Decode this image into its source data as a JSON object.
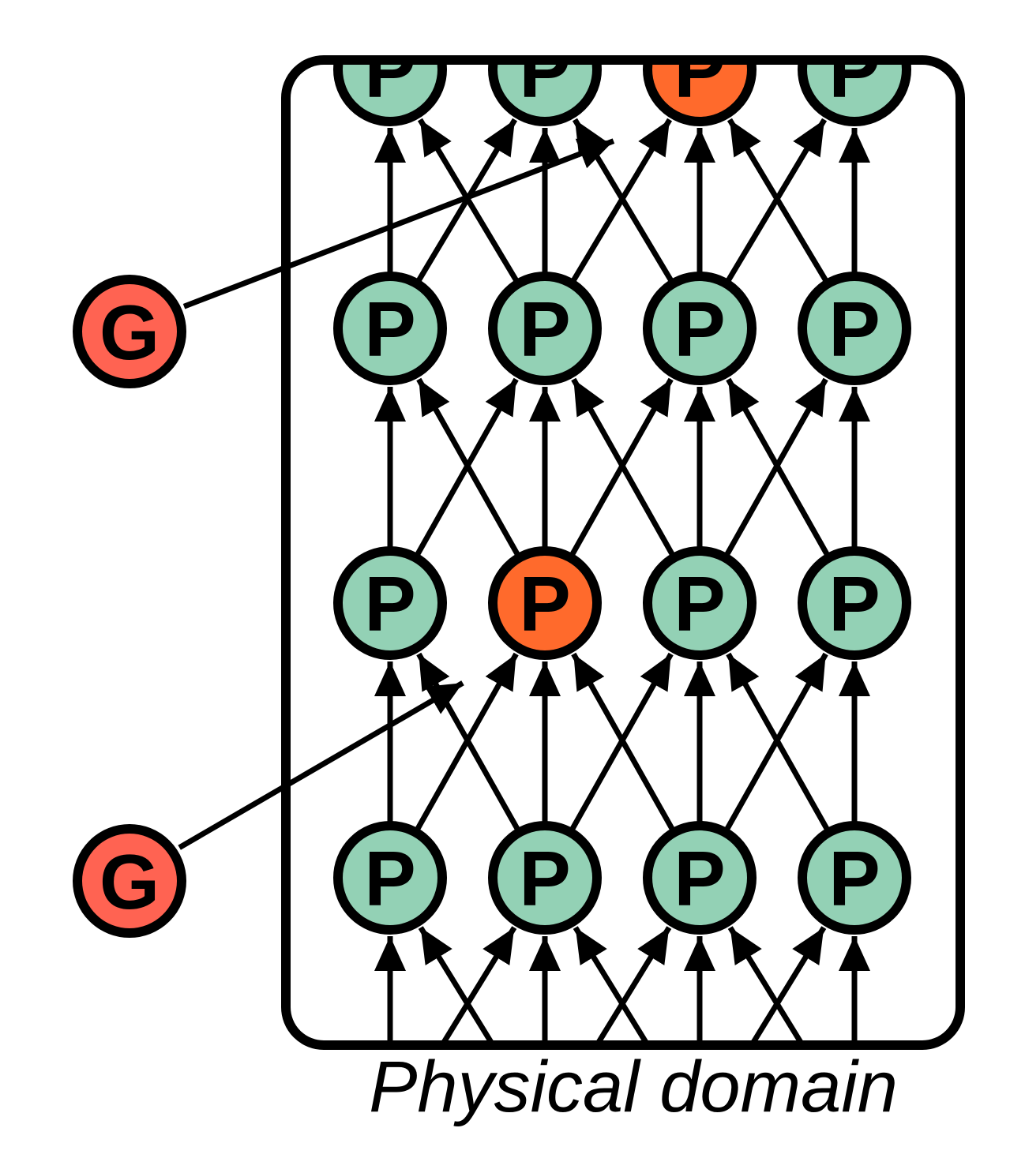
{
  "caption": "Physical domain",
  "node_labels": {
    "physical": "P",
    "generator": "G"
  },
  "colors": {
    "physical_node": "#93d1b5",
    "highlighted_node": "#ff6a2c",
    "generator_node": "#ff6352",
    "stroke": "#000000",
    "background": "#ffffff"
  },
  "grid": {
    "rows": 4,
    "columns": 4,
    "rows_partially_visible": [
      "top"
    ]
  },
  "highlighted_nodes": [
    {
      "row": 0,
      "col": 2
    },
    {
      "row": 2,
      "col": 1
    }
  ],
  "generators": [
    {
      "id": "G-upper",
      "label": "G",
      "targets": {
        "row": 0,
        "col": 2
      }
    },
    {
      "id": "G-lower",
      "label": "G",
      "targets": {
        "row": 2,
        "col": 1
      }
    }
  ],
  "connections": "each P node receives arrows from the node directly below and the diagonal neighbours in the row below"
}
